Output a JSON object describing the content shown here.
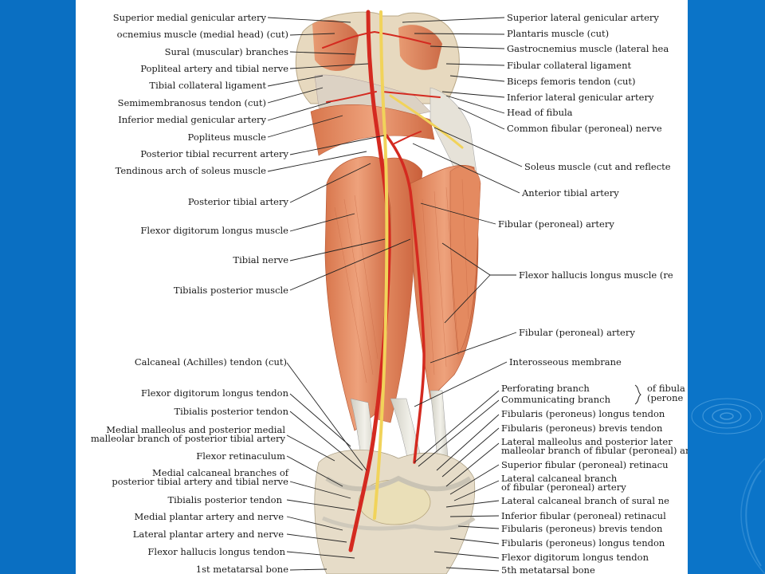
{
  "colors": {
    "background": "#0b74c8",
    "panel": "#ffffff",
    "muscle": "#e0835a",
    "muscle_dark": "#c25a36",
    "artery": "#d42a20",
    "nerve": "#f1d35a",
    "tendon": "#d9d7cc",
    "bone": "#eadfb8"
  },
  "labels_left": [
    "Superior medial genicular artery",
    "ocnemius muscle (medial head) (cut)",
    "Sural (muscular) branches",
    "Popliteal artery and tibial nerve",
    "Tibial collateral ligament",
    "Semimembranosus tendon (cut)",
    "Inferior medial genicular artery",
    "Popliteus muscle",
    "Posterior tibial recurrent artery",
    "Tendinous arch of soleus muscle",
    "Posterior tibial artery",
    "Flexor digitorum longus muscle",
    "Tibial nerve",
    "Tibialis posterior muscle",
    "Calcaneal (Achilles) tendon (cut)",
    "Flexor digitorum longus tendon",
    "Tibialis posterior tendon",
    "Medial malleolus and posterior medial",
    "malleolar branch of posterior tibial artery",
    "Flexor retinaculum",
    "Medial calcaneal branches of",
    "posterior tibial artery and tibial nerve",
    "Tibialis posterior tendon",
    "Medial plantar artery and nerve",
    "Lateral plantar artery and nerve",
    "Flexor hallucis longus tendon",
    "1st metatarsal bone"
  ],
  "labels_right": [
    "Superior lateral genicular artery",
    "Plantaris muscle (cut)",
    "Gastrocnemius muscle (lateral hea",
    "Fibular collateral ligament",
    "Biceps femoris tendon (cut)",
    "Inferior lateral genicular artery",
    "Head of fibula",
    "Common fibular (peroneal) nerve",
    "Soleus muscle (cut and reflecte",
    "Anterior tibial artery",
    "Fibular (peroneal) artery",
    "Flexor hallucis longus muscle (re",
    "Fibular (peroneal) artery",
    "Interosseous membrane",
    "Perforating branch",
    "Communicating branch",
    "Fibularis (peroneus) longus tendon",
    "Fibularis (peroneus) brevis tendon",
    "Lateral malleolus and posterior later",
    "malleolar branch of fibular (peroneal) artery",
    "Superior fibular (peroneal) retinacu",
    "Lateral calcaneal branch",
    "of fibular (peroneal) artery",
    "Lateral calcaneal branch of sural ne",
    "Inferior fibular (peroneal) retinacul",
    "Fibularis (peroneus) brevis tendon",
    "Fibularis (peroneus) longus tendon",
    "Flexor digitorum longus tendon",
    "5th metatarsal bone"
  ],
  "brace_label": {
    "line1": "of fibula",
    "line2": "(perone"
  }
}
